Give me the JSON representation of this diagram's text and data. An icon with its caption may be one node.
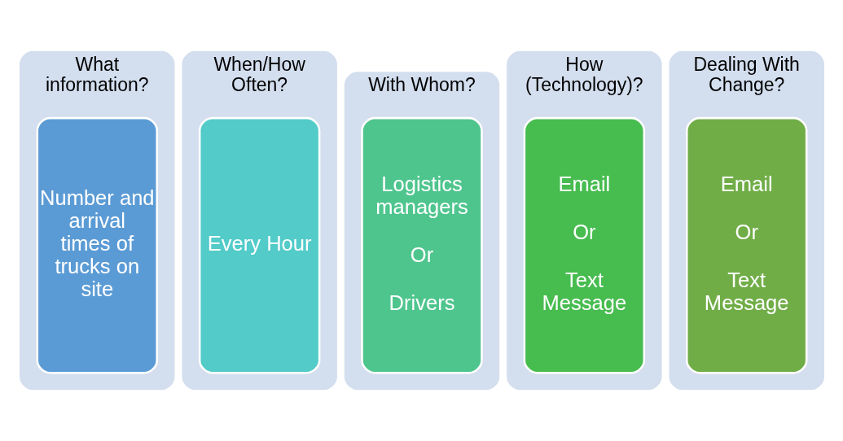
{
  "diagram": {
    "nodes": [
      {
        "text": [
          "What information?"
        ]
      },
      {
        "text": [
          "Number and arrival times of trucks on site"
        ],
        "in": 0
      },
      {
        "text": [
          "When/How Often?"
        ]
      },
      {
        "text": [
          "Every Hour"
        ],
        "in": 2
      },
      {
        "text": [
          "With Whom?"
        ]
      },
      {
        "text": [
          "Logistics managers",
          "Or",
          "Drivers"
        ],
        "in": 4
      },
      {
        "text": [
          "How (Technology)?"
        ]
      },
      {
        "text": [
          "Email",
          "Or",
          "Text Message"
        ],
        "in": 6
      },
      {
        "text": [
          "Dealing With Change?"
        ]
      },
      {
        "text": [
          "Email",
          "Or",
          "Text Message"
        ],
        "in": 8
      }
    ]
  }
}
